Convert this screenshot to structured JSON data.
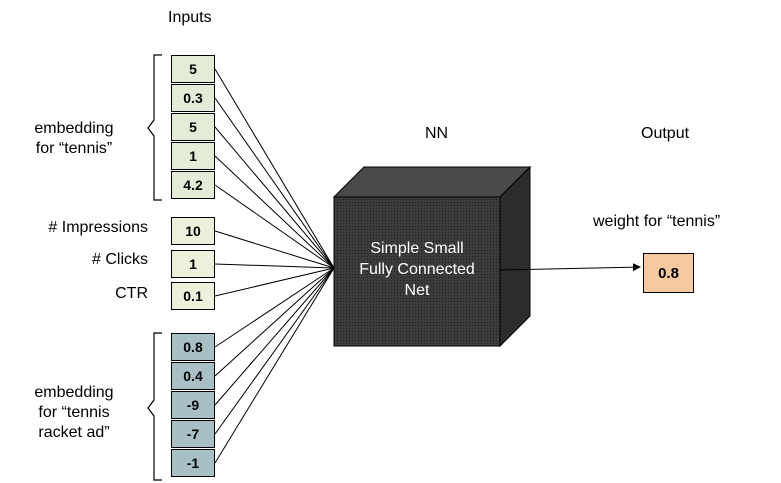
{
  "headers": {
    "inputs": "Inputs",
    "nn": "NN",
    "output": "Output"
  },
  "groups": {
    "tennis_embedding": {
      "label_line1": "embedding",
      "label_line2": "for “tennis”",
      "values": [
        "5",
        "0.3",
        "5",
        "1",
        "4.2"
      ]
    },
    "stats": {
      "labels": [
        "# Impressions",
        "# Clicks",
        "CTR"
      ],
      "values": [
        "10",
        "1",
        "0.1"
      ]
    },
    "ad_embedding": {
      "label_line1": "embedding",
      "label_line2": "for “tennis",
      "label_line3": "racket ad”",
      "values": [
        "0.8",
        "0.4",
        "-9",
        "-7",
        "-1"
      ]
    }
  },
  "net": {
    "line1": "Simple Small",
    "line2": "Fully Connected",
    "line3": "Net"
  },
  "output": {
    "label": "weight for “tennis”",
    "value": "0.8"
  },
  "colors": {
    "tennis_cells": "#e3ecd6",
    "stats_cells": "#eef0dc",
    "ad_cells": "#a8bfc6",
    "output_cell": "#f6c9a1",
    "net_box": "#3a3a3a"
  }
}
